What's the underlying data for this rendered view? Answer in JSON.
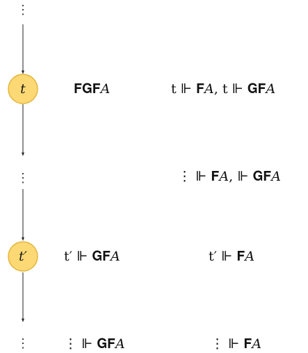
{
  "diagram": {
    "node_fill": "#fcd974",
    "node_stroke": "#e4b53a",
    "line_color": "#222222",
    "dots": "⋮",
    "nodes": {
      "t": "t",
      "t_prime": "t′"
    },
    "formulas": {
      "row1_col1": "𝐅𝐆𝐅𝐴",
      "row1_col2": "t ⊩ 𝐅𝐴,  t ⊩ 𝐆𝐅𝐴",
      "row2_col2": "⋮ ⊩ 𝐅𝐴,  ⊩ 𝐆𝐅𝐴",
      "row3_col1": "t′ ⊩ 𝐆𝐅𝐴",
      "row3_col2": "t′ ⊩ 𝐅𝐴",
      "row4_col1": "⋮ ⊩ 𝐆𝐅𝐴",
      "row4_col2": "⋮ ⊩ 𝐅𝐴"
    }
  }
}
